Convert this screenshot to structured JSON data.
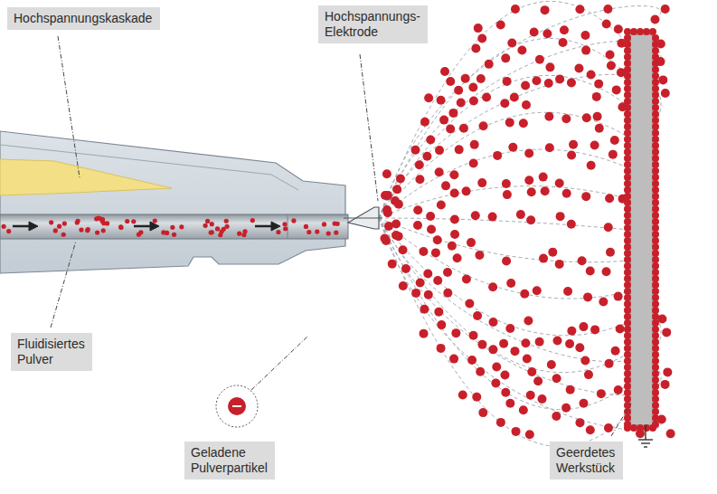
{
  "diagram": {
    "nodes": [
      {
        "text": [
          "Hochspannungskaskade"
        ]
      },
      {
        "text": [
          "Hochspannungs- Elektrode"
        ]
      },
      {
        "text": [
          "Fluidisiertes Pulver"
        ]
      },
      {
        "text": [
          "Geladene Pulverpartikel"
        ]
      },
      {
        "text": [
          "Geerdetes Werkstück"
        ]
      }
    ]
  }
}
